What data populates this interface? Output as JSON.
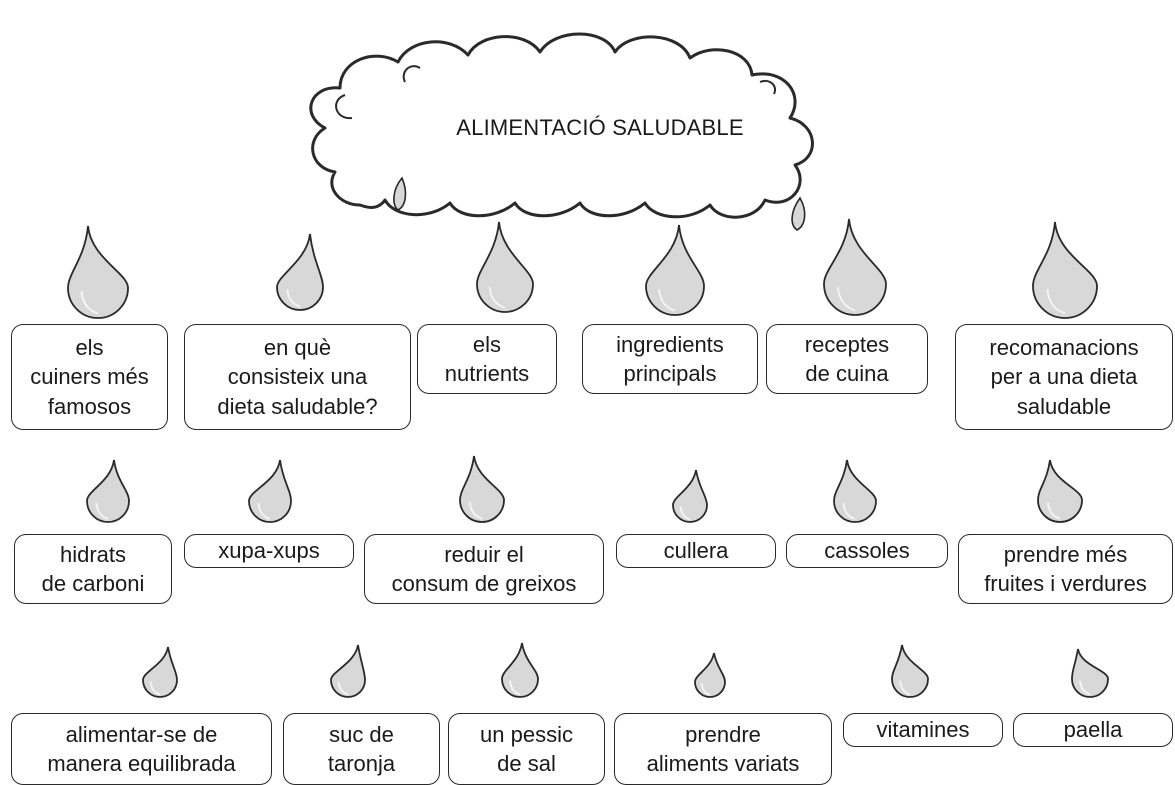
{
  "title": "ALIMENTACIÓ SALUDABLE",
  "colors": {
    "stroke": "#2a2a2a",
    "drop_fill": "#d8d8d8",
    "background": "#ffffff"
  },
  "rows": [
    [
      "els\ncuiners més\nfamosos",
      "en què\nconsisteix una\ndieta saludable?",
      "els\nnutrients",
      "ingredients\nprincipals",
      "receptes\nde cuina",
      "recomanacions\nper a una dieta\nsaludable"
    ],
    [
      "hidrats\nde carboni",
      "xupa-xups",
      "reduir el\nconsum de greixos",
      "cullera",
      "cassoles",
      "prendre més\nfruites i verdures"
    ],
    [
      "alimentar-se de\nmanera equilibrada",
      "suc de\ntaronja",
      "un pessic\nde sal",
      "prendre\naliments variats",
      "vitamines",
      "paella"
    ]
  ]
}
